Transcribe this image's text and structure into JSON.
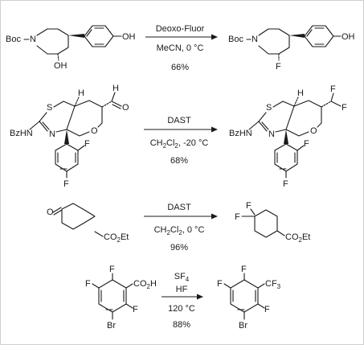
{
  "reactions": [
    {
      "reactant": {
        "pg": "Boc",
        "n": "N",
        "oh_ring": "OH",
        "oh_phenol": "OH"
      },
      "reagent": "Deoxo-Fluor",
      "conditions": "MeCN, 0 °C",
      "yield": "66%",
      "product": {
        "pg": "Boc",
        "n": "N",
        "f": "F",
        "oh_phenol": "OH"
      }
    },
    {
      "reactant": {
        "s": "S",
        "h": "H",
        "ald_h": "H",
        "ald_o": "O",
        "ring_o": "O",
        "bzhn": "BzHN",
        "n": "N",
        "f_ortho": "F",
        "f_para": "F"
      },
      "reagent": "DAST",
      "conditions_main": "CH",
      "conditions_sub": "2",
      "conditions_rest_a": "Cl",
      "conditions_rest_b": ", -20 °C",
      "yield": "68%",
      "product": {
        "s": "S",
        "h": "H",
        "f1": "F",
        "f2": "F",
        "ring_o": "O",
        "bzhn": "BzHN",
        "n": "N",
        "f_ortho": "F",
        "f_para": "F"
      }
    },
    {
      "reactant": {
        "o": "O",
        "ester": "CO",
        "ester_sub": "2",
        "ester_rest": "Et"
      },
      "reagent": "DAST",
      "conditions_main": "CH",
      "conditions_sub": "2",
      "conditions_rest_a": "Cl",
      "conditions_rest_b": ", 0 °C",
      "yield": "96%",
      "product": {
        "f1": "F",
        "f2": "F",
        "ester": "CO",
        "ester_sub": "2",
        "ester_rest": "Et"
      }
    },
    {
      "reactant": {
        "f1": "F",
        "f2": "F",
        "f3": "F",
        "br": "Br",
        "acid": "CO",
        "acid_sub": "2",
        "acid_rest": "H"
      },
      "reagent_main": "SF",
      "reagent_sub": "4",
      "reagent2": "HF",
      "conditions": "120 °C",
      "yield": "88%",
      "product": {
        "f1": "F",
        "f2": "F",
        "f3": "F",
        "br": "Br",
        "cf3": "CF",
        "cf3_sub": "3"
      }
    }
  ]
}
